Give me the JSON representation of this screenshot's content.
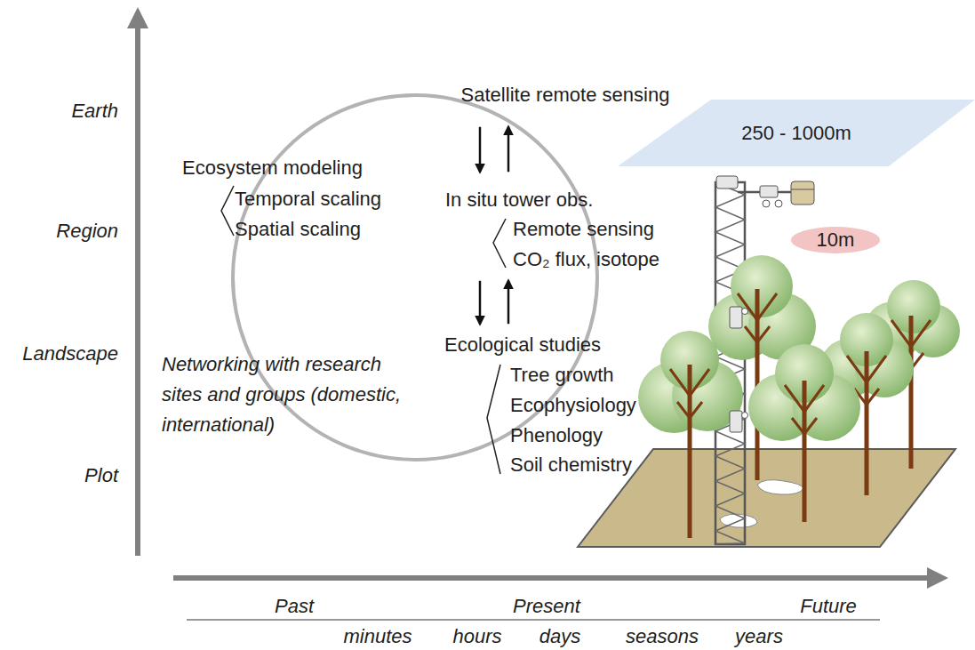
{
  "diagram": {
    "nodes": [
      {
        "text": [
          "Satellite remote sensing"
        ]
      },
      {
        "text": [
          "In situ tower obs."
        ]
      },
      {
        "text": [
          "Ecological studies"
        ]
      },
      {
        "text": [
          "250 - 1000m"
        ]
      },
      {
        "text": [
          "10m"
        ]
      }
    ],
    "edges": [
      {
        "from": 0,
        "to": 1,
        "arrow": "to"
      },
      {
        "from": 1,
        "to": 0,
        "arrow": "to"
      },
      {
        "from": 1,
        "to": 2,
        "arrow": "to"
      },
      {
        "from": 2,
        "to": 1,
        "arrow": "to"
      }
    ],
    "labels": [
      "Earth",
      "Region",
      "Landscape",
      "Plot",
      "Ecosystem modeling",
      "Temporal scaling",
      "Spatial scaling",
      "Remote sensing",
      "CO₂ flux, isotope",
      "Tree growth",
      "Ecophysiology",
      "Phenology",
      "Soil chemistry",
      "Networking with research sites and groups (domestic, international)",
      "Past",
      "Present",
      "Future",
      "minutes",
      "hours",
      "days",
      "seasons",
      "years"
    ]
  }
}
